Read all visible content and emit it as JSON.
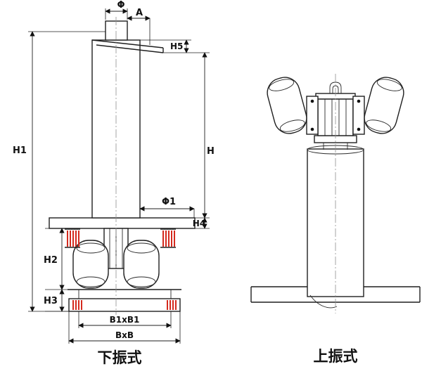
{
  "drawing": {
    "left": {
      "caption": "下振式",
      "dims": {
        "phi": "Φ",
        "a": "A",
        "h5": "H5",
        "h1": "H1",
        "h": "H",
        "phi1": "Φ1",
        "h4": "H4",
        "h2": "H2",
        "h3": "H3",
        "b1xb1": "B1xB1",
        "bxb": "BxB"
      }
    },
    "right": {
      "caption": "上振式"
    }
  },
  "colors": {
    "line": "#1f1f1f",
    "spring": "#d42a1e",
    "background": "#ffffff"
  }
}
